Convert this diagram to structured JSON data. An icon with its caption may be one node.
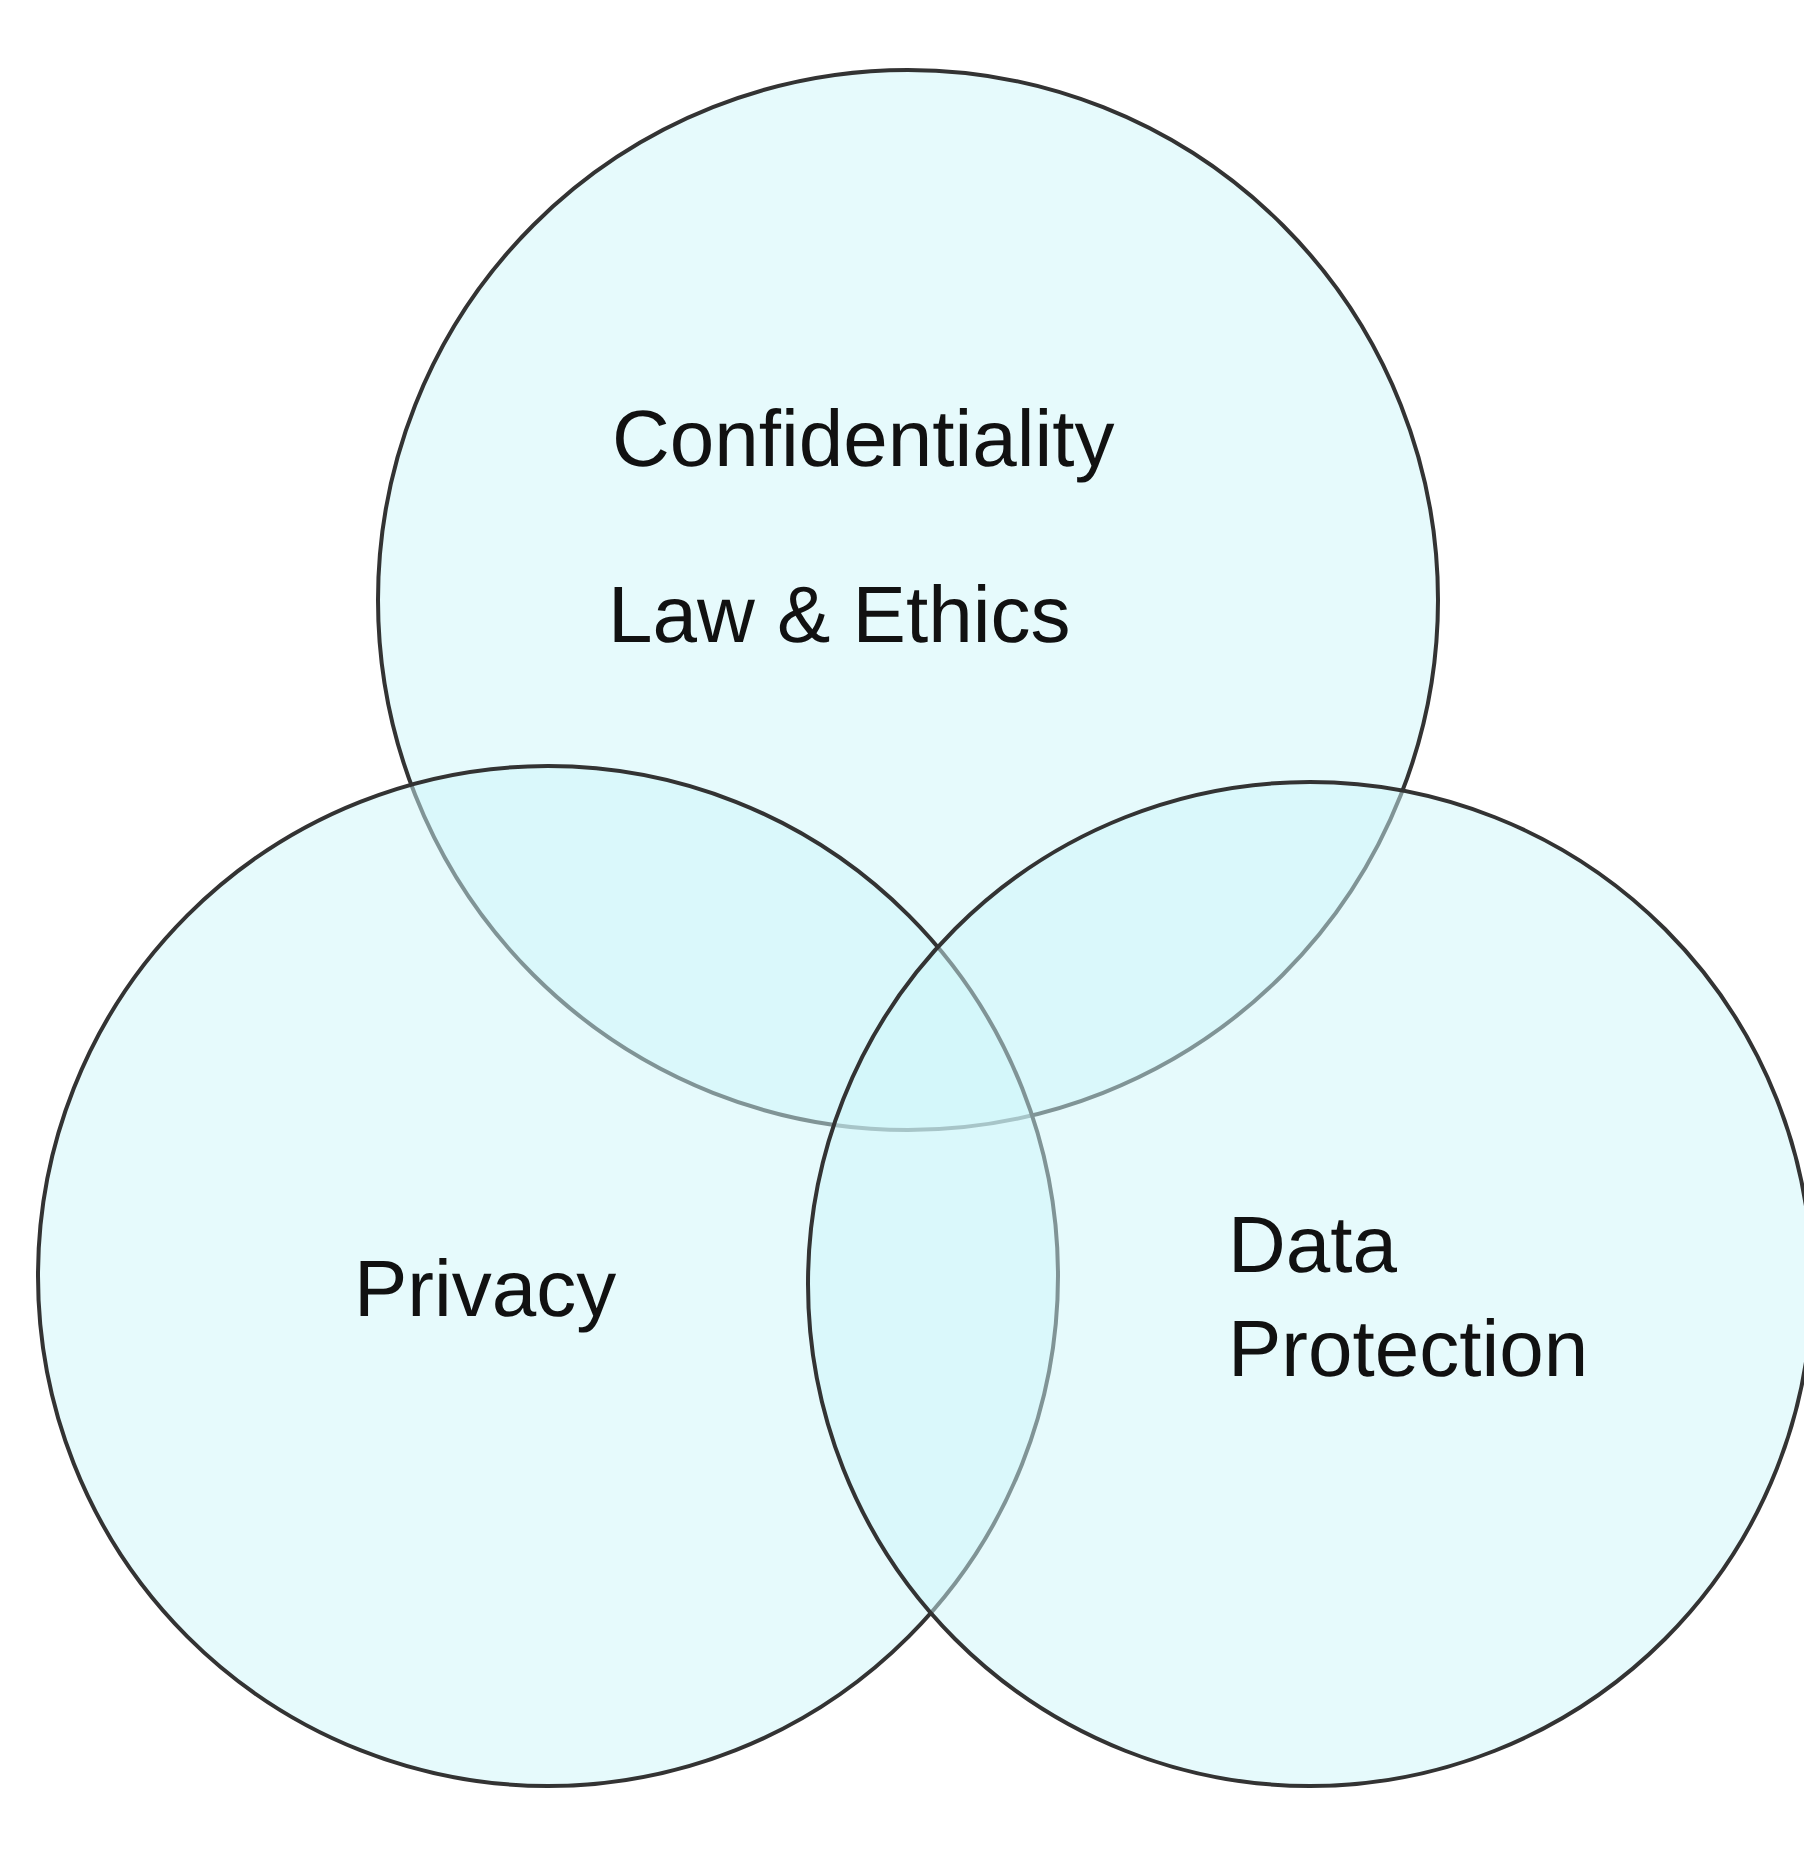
{
  "diagram": {
    "nodes": [
      {
        "text": [
          "Confidentiality",
          "Law & Ethics"
        ]
      },
      {
        "text": [
          "Privacy"
        ]
      },
      {
        "text": [
          "Data Protection"
        ]
      }
    ],
    "edges": []
  }
}
